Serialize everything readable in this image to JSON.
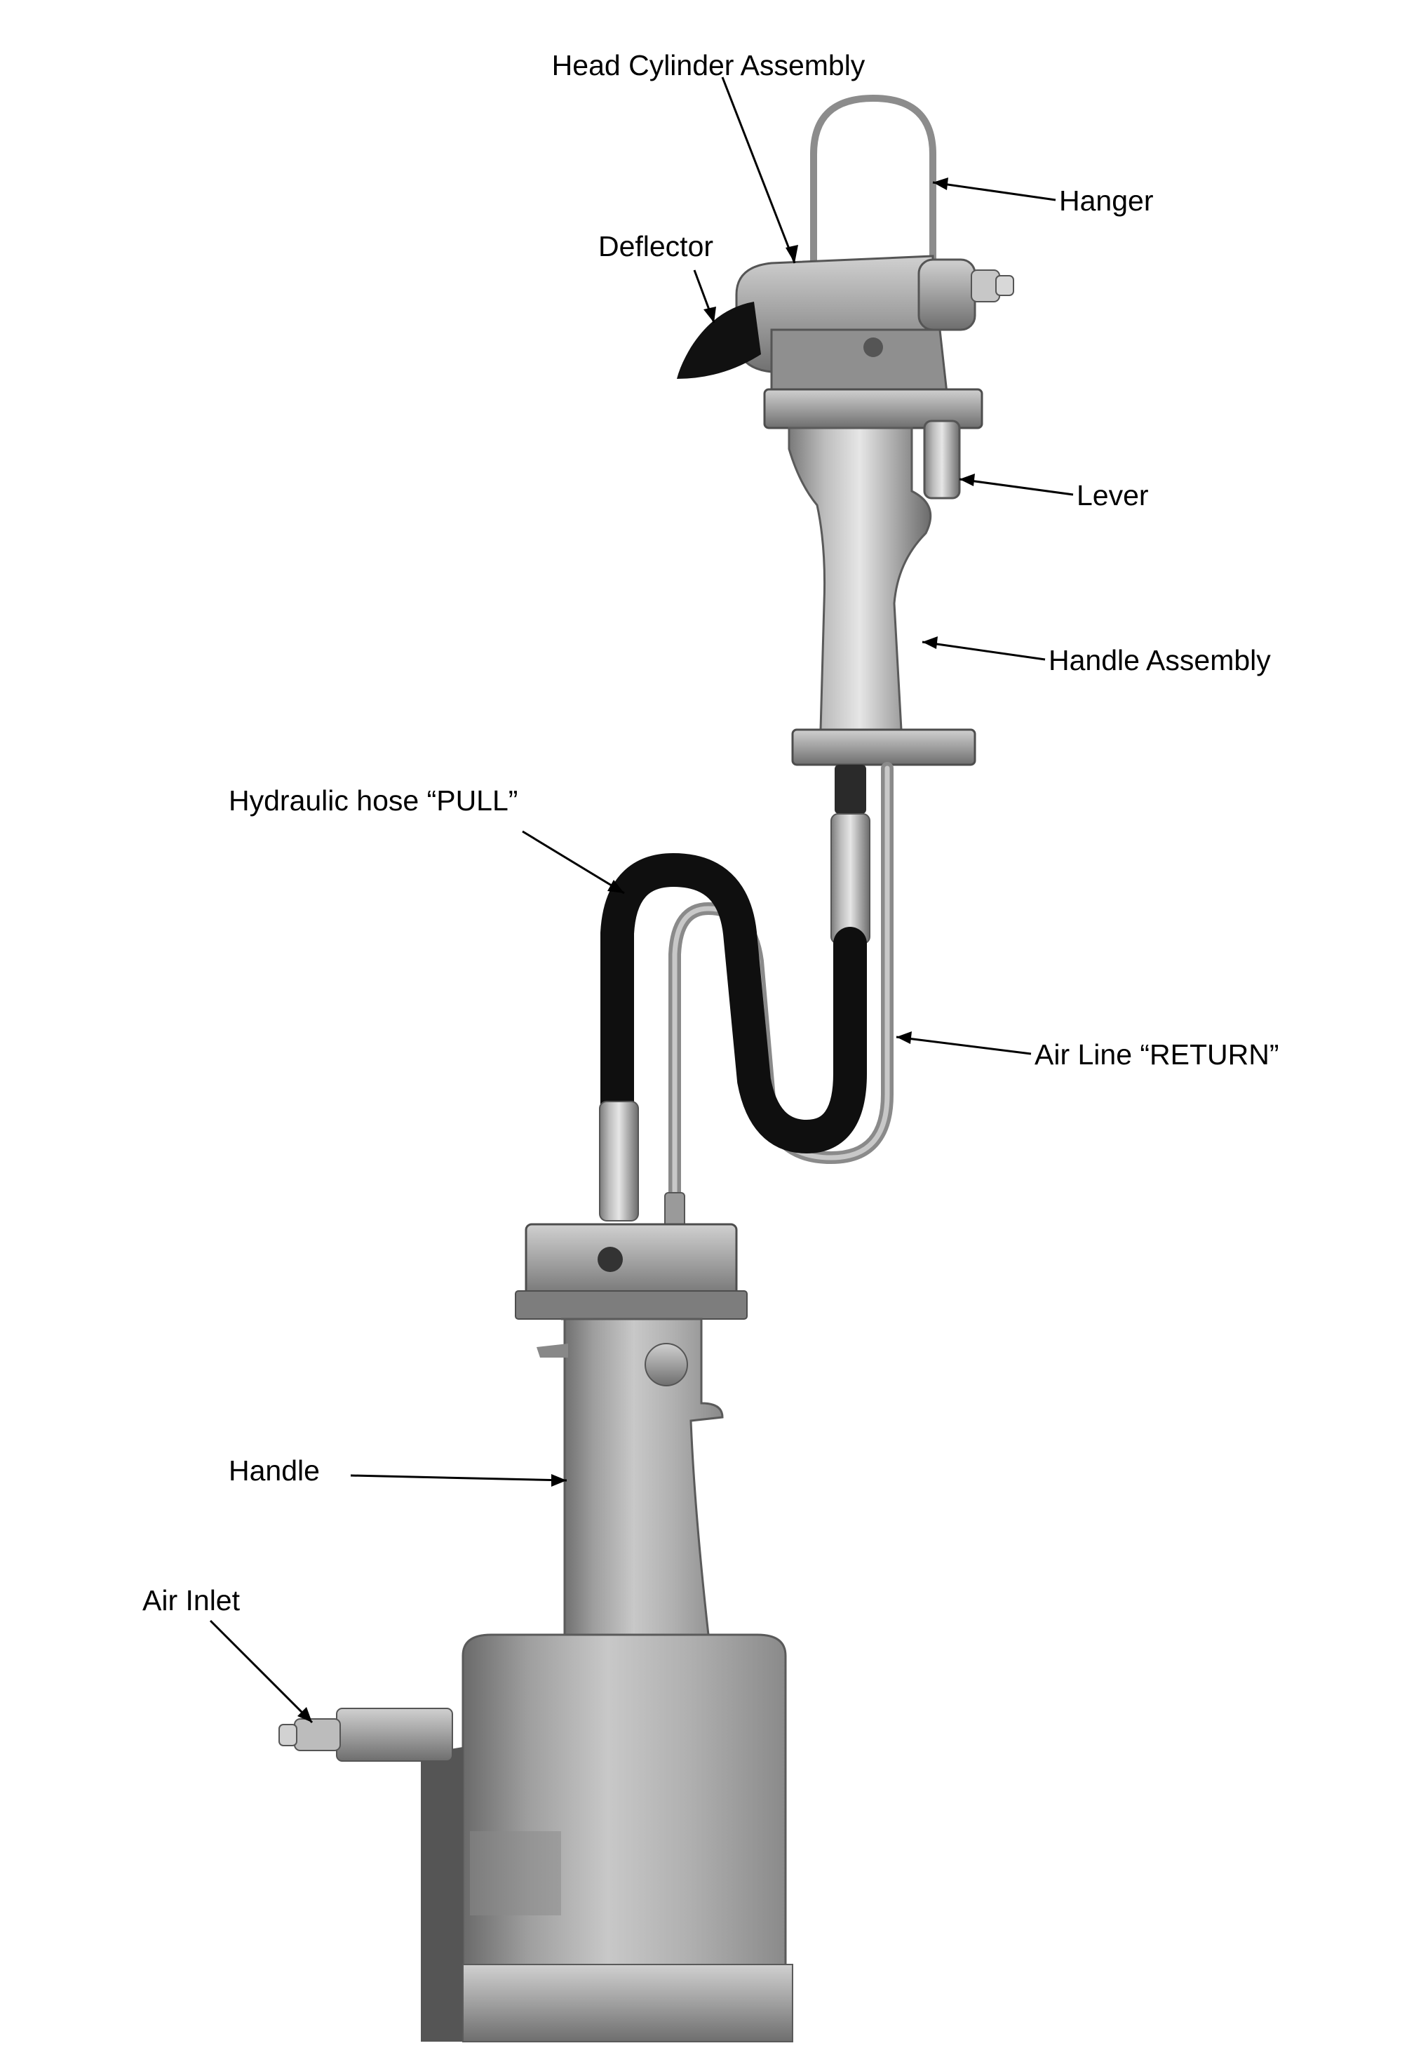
{
  "labels": {
    "head_cylinder_assembly": "Head Cylinder Assembly",
    "hanger": "Hanger",
    "deflector": "Deflector",
    "lever": "Lever",
    "handle_assembly": "Handle Assembly",
    "hydraulic_hose_pull": "Hydraulic hose “PULL”",
    "air_line_return": "Air Line “RETURN”",
    "handle": "Handle",
    "air_inlet": "Air Inlet"
  },
  "colors": {
    "metal_light": "#d9d9d9",
    "metal_mid": "#a6a6a6",
    "metal_dark": "#6b6b6b",
    "hose_black": "#0f0f0f",
    "line_black": "#000000"
  }
}
